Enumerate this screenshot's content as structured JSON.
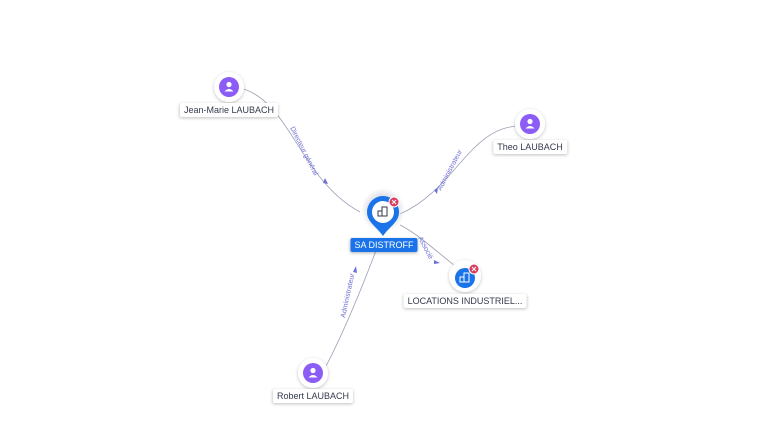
{
  "colors": {
    "person": "#8b5cf6",
    "company": "#1a73e8",
    "edge": "#9aa0b4",
    "edge_label": "#6e6ed8",
    "closed_badge": "#d93d5f"
  },
  "icons": {
    "person": "person-icon",
    "company": "building-icon",
    "closed": "close-icon"
  },
  "nodes": {
    "main": {
      "label": "SA DISTROFF"
    },
    "jean_marie": {
      "label": "Jean-Marie LAUBACH"
    },
    "theo": {
      "label": "Theo LAUBACH"
    },
    "robert": {
      "label": "Robert LAUBACH"
    },
    "locations": {
      "label": "LOCATIONS INDUSTRIEL..."
    }
  },
  "edges": {
    "jean_marie": {
      "label": "Directeur général"
    },
    "theo": {
      "label": "Administrateur"
    },
    "robert": {
      "label": "Administrateur"
    },
    "locations": {
      "label": "Associé"
    }
  }
}
